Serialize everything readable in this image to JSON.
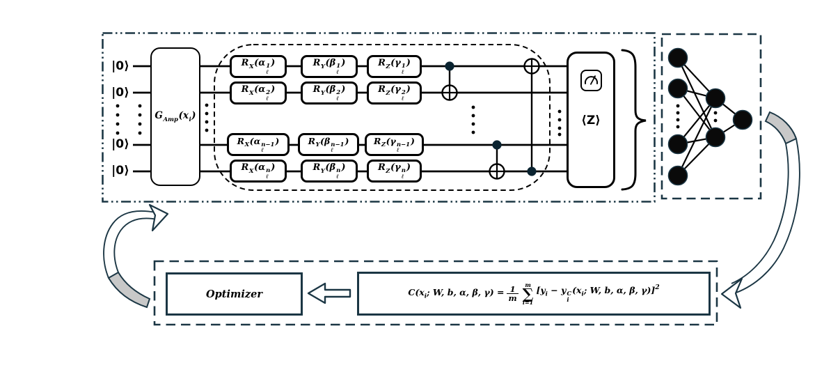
{
  "colors": {
    "navy": "#1b3644",
    "ink": "#000000",
    "gray": "#c8c8c8",
    "background": "#ffffff"
  },
  "circuit": {
    "qubits": [
      {
        "label": "|0⟩"
      },
      {
        "label": "|0⟩"
      },
      {
        "label": "|0⟩"
      },
      {
        "label": "|0⟩"
      }
    ],
    "encoder": {
      "base": "G",
      "sub": "Amp",
      "arg": "(x",
      "argsub": "i",
      "close": ")"
    },
    "rows": [
      {
        "rx": {
          "base": "R",
          "axis": "X",
          "arg": "(α",
          "sup": "1",
          "sub": "ℓ",
          "close": ")"
        },
        "ry": {
          "base": "R",
          "axis": "Y",
          "arg": "(β",
          "sup": "1",
          "sub": "ℓ",
          "close": ")"
        },
        "rz": {
          "base": "R",
          "axis": "Z",
          "arg": "(γ",
          "sup": "1",
          "sub": "ℓ",
          "close": ")"
        }
      },
      {
        "rx": {
          "base": "R",
          "axis": "X",
          "arg": "(α",
          "sup": "2",
          "sub": "ℓ",
          "close": ")"
        },
        "ry": {
          "base": "R",
          "axis": "Y",
          "arg": "(β",
          "sup": "2",
          "sub": "ℓ",
          "close": ")"
        },
        "rz": {
          "base": "R",
          "axis": "Z",
          "arg": "(γ",
          "sup": "2",
          "sub": "ℓ",
          "close": ")"
        }
      },
      {
        "rx": {
          "base": "R",
          "axis": "X",
          "arg": "(α",
          "sup": "n−1",
          "sub": "ℓ",
          "close": ")"
        },
        "ry": {
          "base": "R",
          "axis": "Y",
          "arg": "(β",
          "sup": "n−1",
          "sub": "ℓ",
          "close": ")"
        },
        "rz": {
          "base": "R",
          "axis": "Z",
          "arg": "(γ",
          "sup": "n−1",
          "sub": "ℓ",
          "close": ")"
        }
      },
      {
        "rx": {
          "base": "R",
          "axis": "X",
          "arg": "(α",
          "sup": "n",
          "sub": "ℓ",
          "close": ")"
        },
        "ry": {
          "base": "R",
          "axis": "Y",
          "arg": "(β",
          "sup": "n",
          "sub": "ℓ",
          "close": ")"
        },
        "rz": {
          "base": "R",
          "axis": "Z",
          "arg": "(γ",
          "sup": "n",
          "sub": "ℓ",
          "close": ")"
        }
      }
    ],
    "measurement": {
      "icon": "meter-icon",
      "label": "⟨Z⟩"
    }
  },
  "nn": {
    "icon": "neural-network",
    "layer_sizes": [
      4,
      2,
      1
    ]
  },
  "loop": {
    "optimizer_label": "Optimizer",
    "formula": {
      "c_open": "C(x",
      "c_sub": "i",
      "c_rest": "; W, b, α, β, γ) =",
      "frac_num": "1",
      "frac_den": "m",
      "sum_sup": "m",
      "sum_sym": "∑",
      "sum_sub": "i=1",
      "b_open": "[y",
      "b_sub": "i",
      "b_mid": " − y",
      "b_sup": "C",
      "b_sub2": "i",
      "b_arg": "(x",
      "b_sub3": "i",
      "b_rest": "; W, b, α, β, γ)]",
      "b_exp": "2"
    }
  }
}
